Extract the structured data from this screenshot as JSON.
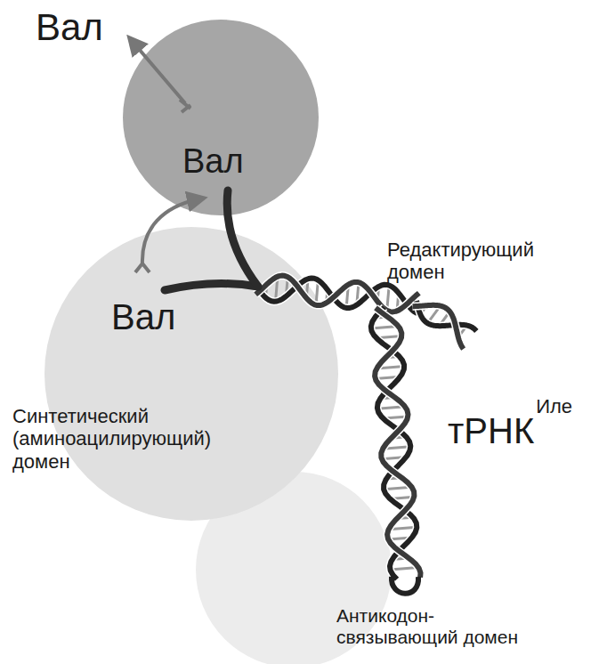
{
  "diagram": {
    "nodes": [
      {
        "text": [
          "Редактирующий домен"
        ]
      },
      {
        "text": [
          "Синтетический (аминоацилирующий) домен"
        ]
      },
      {
        "text": [
          "Антикодон-связывающий домен"
        ]
      }
    ],
    "labels": [
      "Вал",
      "Вал",
      "Вал",
      "тРНК",
      "Иле"
    ]
  }
}
